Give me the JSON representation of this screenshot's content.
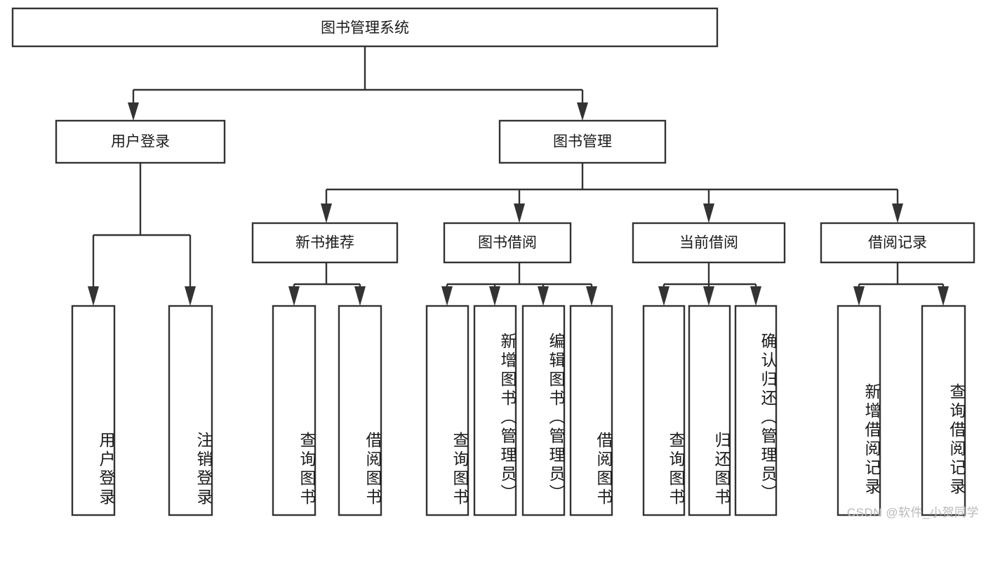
{
  "diagram": {
    "type": "tree-hierarchy",
    "title": "图书管理系统",
    "root": {
      "id": "root",
      "label": "图书管理系统",
      "orientation": "horizontal"
    },
    "tier1": [
      {
        "id": "user-login",
        "label": "用户登录",
        "orientation": "horizontal"
      },
      {
        "id": "book-manage",
        "label": "图书管理",
        "orientation": "horizontal"
      }
    ],
    "tier2": [
      {
        "id": "new-book-rec",
        "label": "新书推荐",
        "orientation": "horizontal",
        "parent": "book-manage"
      },
      {
        "id": "book-borrow",
        "label": "图书借阅",
        "orientation": "horizontal",
        "parent": "book-manage"
      },
      {
        "id": "current-borrow",
        "label": "当前借阅",
        "orientation": "horizontal",
        "parent": "book-manage"
      },
      {
        "id": "borrow-record",
        "label": "借阅记录",
        "orientation": "horizontal",
        "parent": "book-manage"
      }
    ],
    "leaves": [
      {
        "id": "leaf-user-login",
        "label": "用户登录",
        "orientation": "vertical",
        "parent": "user-login"
      },
      {
        "id": "leaf-user-logout",
        "label": "注销登录",
        "orientation": "vertical",
        "parent": "user-login"
      },
      {
        "id": "leaf-query-book-1",
        "label": "查询图书",
        "orientation": "vertical",
        "parent": "new-book-rec"
      },
      {
        "id": "leaf-borrow-book-1",
        "label": "借阅图书",
        "orientation": "vertical",
        "parent": "new-book-rec"
      },
      {
        "id": "leaf-query-book-2",
        "label": "查询图书",
        "orientation": "vertical",
        "parent": "book-borrow"
      },
      {
        "id": "leaf-add-book",
        "label": "新增图书（管理员）",
        "orientation": "vertical",
        "parent": "book-borrow"
      },
      {
        "id": "leaf-edit-book",
        "label": "编辑图书（管理员）",
        "orientation": "vertical",
        "parent": "book-borrow"
      },
      {
        "id": "leaf-borrow-book-2",
        "label": "借阅图书",
        "orientation": "vertical",
        "parent": "book-borrow"
      },
      {
        "id": "leaf-query-book-3",
        "label": "查询图书",
        "orientation": "vertical",
        "parent": "current-borrow"
      },
      {
        "id": "leaf-return-book",
        "label": "归还图书",
        "orientation": "vertical",
        "parent": "current-borrow"
      },
      {
        "id": "leaf-confirm-return",
        "label": "确认归还（管理员）",
        "orientation": "vertical",
        "parent": "current-borrow"
      },
      {
        "id": "leaf-add-record",
        "label": "新增借阅记录",
        "orientation": "vertical",
        "parent": "borrow-record"
      },
      {
        "id": "leaf-query-record",
        "label": "查询借阅记录",
        "orientation": "vertical",
        "parent": "borrow-record"
      }
    ]
  },
  "watermark": {
    "text": "CSDN @软件_小贺同学"
  },
  "colors": {
    "stroke": "#333333",
    "box_fill": "#ffffff",
    "text": "#1a1a1a",
    "watermark": "#b9b9b9",
    "background": "#ffffff"
  }
}
